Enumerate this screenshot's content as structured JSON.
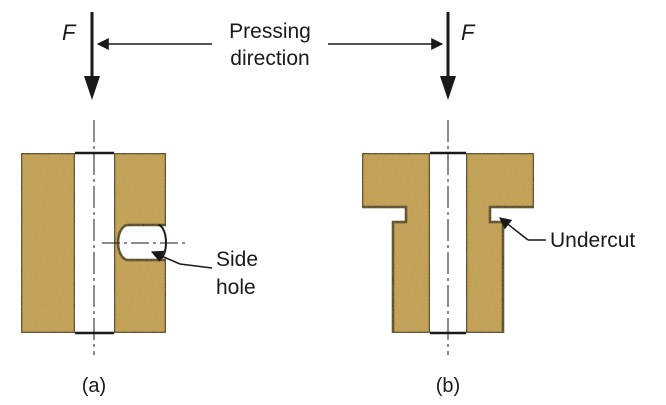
{
  "labels": {
    "force_left": "F",
    "force_right": "F",
    "pressing_line1": "Pressing",
    "pressing_line2": "direction",
    "side_line1": "Side",
    "side_line2": "hole",
    "undercut": "Undercut",
    "caption_a": "(a)",
    "caption_b": "(b)"
  },
  "colors": {
    "part_fill": "#c9a45a",
    "outline": "#1a1a1a",
    "background": "#ffffff"
  }
}
